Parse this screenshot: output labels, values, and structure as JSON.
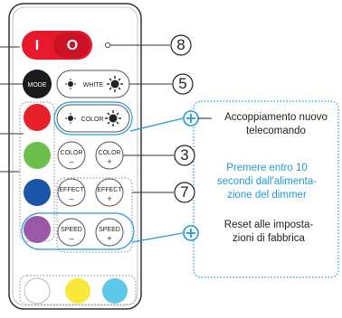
{
  "remote": {
    "mode_label": "MODE",
    "white_label": "WHITE",
    "color_label": "COLOR",
    "color_minus_top": "COLOR",
    "color_minus_sign": "–",
    "color_plus_top": "COLOR",
    "color_plus_sign": "+",
    "effect_minus_top": "EFFECT",
    "effect_minus_sign": "–",
    "effect_plus_top": "EFFECT",
    "effect_plus_sign": "+",
    "speed_minus_top": "SPEED",
    "speed_minus_sign": "–",
    "speed_plus_top": "SPEED",
    "speed_plus_sign": "+",
    "power_off_glyph": "I",
    "power_on_glyph": "O"
  },
  "callouts": {
    "n8": "8",
    "n5": "5",
    "n3": "3",
    "n7": "7"
  },
  "notes": {
    "pairing_line1": "Accoppiamento nuovo",
    "pairing_line2": "telecomando",
    "blue_line1": "Premere entro 10",
    "blue_line2": "secondi dall'alimenta-",
    "blue_line3": "zione del dimmer",
    "reset_line1": "Reset alle imposta-",
    "reset_line2": "zioni di fabbrica"
  },
  "colors": {
    "accent_blue": "#1e9bd7",
    "power_red": "#e8192c",
    "btn_red": "#e8202a",
    "btn_green": "#6cbf4a",
    "btn_blue": "#1a55a8",
    "btn_purple": "#9c58a8",
    "btn_white": "#ffffff",
    "btn_yellow": "#f7e83a",
    "btn_cyan": "#5ec8e8"
  }
}
